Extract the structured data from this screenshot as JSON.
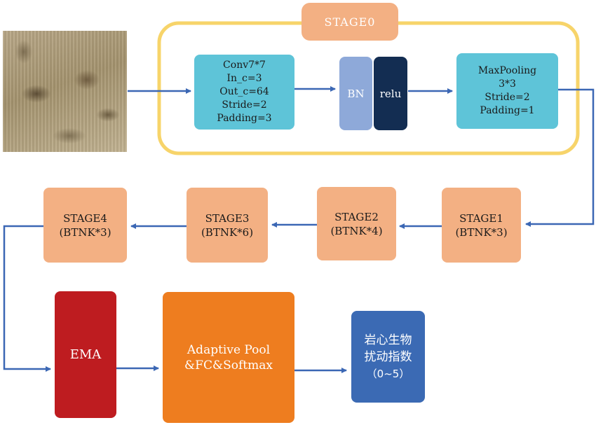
{
  "colors": {
    "arrow": "#3b67b4",
    "stage0_frame": "#f7d46a",
    "stage_box": "#f3b083",
    "conv_box": "#5ec4d8",
    "bn_box": "#8ea9d9",
    "relu_box": "#132d52",
    "ema_box": "#be1c20",
    "pool_box": "#ee7d1f",
    "output_box": "#3b6ab4"
  },
  "diagram": {
    "input_image": "rock core texture photo",
    "stage0": {
      "title": "STAGE0"
    },
    "conv": {
      "lines": [
        "Conv7*7",
        "In_c=3",
        "Out_c=64",
        "Stride=2",
        "Padding=3"
      ]
    },
    "bn": {
      "label": "BN"
    },
    "relu": {
      "label": "relu"
    },
    "maxpool": {
      "lines": [
        "MaxPooling",
        "3*3",
        "Stride=2",
        "Padding=1"
      ]
    },
    "stages": [
      {
        "id": "stage1",
        "name": "STAGE1",
        "blocks": "(BTNK*3)"
      },
      {
        "id": "stage2",
        "name": "STAGE2",
        "blocks": "(BTNK*4)"
      },
      {
        "id": "stage3",
        "name": "STAGE3",
        "blocks": "(BTNK*6)"
      },
      {
        "id": "stage4",
        "name": "STAGE4",
        "blocks": "(BTNK*3)"
      }
    ],
    "ema": {
      "label": "EMA"
    },
    "head": {
      "lines": [
        "Adaptive Pool",
        "&FC&Softmax"
      ]
    },
    "output": {
      "lines": [
        "岩心生物",
        "扰动指数",
        "（0~5）"
      ]
    }
  }
}
